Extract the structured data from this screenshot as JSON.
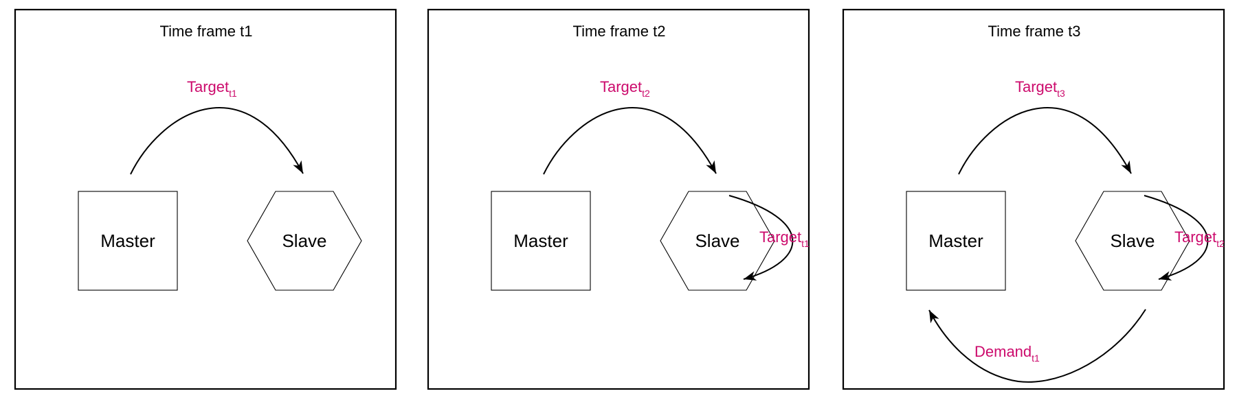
{
  "colors": {
    "stroke": "#000000",
    "edge_label": "#cc0a6c",
    "background": "#ffffff"
  },
  "frames": [
    {
      "title": "Time frame t1",
      "master_label": "Master",
      "slave_label": "Slave",
      "edges": [
        {
          "kind": "top",
          "label": "Target",
          "sub": "t1"
        }
      ]
    },
    {
      "title": "Time frame t2",
      "master_label": "Master",
      "slave_label": "Slave",
      "edges": [
        {
          "kind": "top",
          "label": "Target",
          "sub": "t2"
        },
        {
          "kind": "self",
          "label": "Target",
          "sub": "t1"
        }
      ]
    },
    {
      "title": "Time frame t3",
      "master_label": "Master",
      "slave_label": "Slave",
      "edges": [
        {
          "kind": "top",
          "label": "Target",
          "sub": "t3"
        },
        {
          "kind": "self",
          "label": "Target",
          "sub": "t2"
        },
        {
          "kind": "bottom",
          "label": "Demand",
          "sub": "t1"
        }
      ]
    }
  ]
}
